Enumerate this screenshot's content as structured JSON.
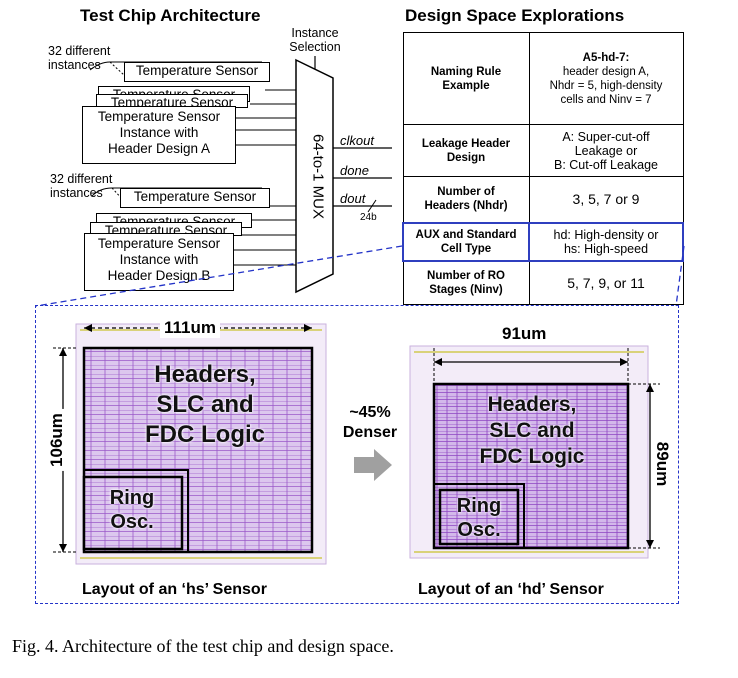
{
  "architecture": {
    "title": "Test Chip Architecture",
    "instance_selection": [
      "Instance",
      "Selection"
    ],
    "group_a": {
      "count_label": [
        "32 different",
        "instances"
      ],
      "back_card": "Temperature Sensor",
      "mid_card": "Temperature Sensor",
      "front_card": [
        "Temperature Sensor",
        "Instance with",
        "Header Design A"
      ]
    },
    "group_b": {
      "count_label": [
        "32 different",
        "instances"
      ],
      "back_card": "Temperature Sensor",
      "mid_card": "Temperature Sensor",
      "front_card": [
        "Temperature Sensor",
        "Instance with",
        "Header Design B"
      ]
    },
    "mux_label": "64-to-1 MUX",
    "outputs": [
      "clkout",
      "done",
      "dout"
    ],
    "bus_width": "24b"
  },
  "design_space": {
    "title": "Design Space Explorations",
    "rows": [
      {
        "key": [
          "Naming Rule",
          "Example"
        ],
        "value": [
          "A5-hd-7:",
          "header design A,",
          "Nhdr = 5, high-density",
          "cells and Ninv = 7"
        ]
      },
      {
        "key": [
          "Leakage Header",
          "Design"
        ],
        "value": [
          "A: Super-cut-off",
          "Leakage or",
          "B: Cut-off Leakage"
        ]
      },
      {
        "key": [
          "Number of",
          "Headers (Nhdr)"
        ],
        "value": [
          "3, 5, 7 or 9"
        ]
      },
      {
        "key": [
          "AUX and Standard",
          "Cell Type"
        ],
        "value": [
          "hd: High-density or",
          "hs: High-speed"
        ]
      },
      {
        "key": [
          "Number of RO",
          "Stages (Ninv)"
        ],
        "value": [
          "5, 7, 9, or 11"
        ]
      }
    ]
  },
  "layouts": {
    "hs": {
      "width": "111um",
      "height": "106um",
      "block_label": [
        "Headers,",
        "SLC and",
        "FDC Logic"
      ],
      "ring_label": [
        "Ring",
        "Osc."
      ],
      "caption": "Layout of an ‘hs’ Sensor"
    },
    "density_note": [
      "~45%",
      "Denser"
    ],
    "hd": {
      "width": "91um",
      "height": "89um",
      "block_label": [
        "Headers,",
        "SLC and",
        "FDC Logic"
      ],
      "ring_label": [
        "Ring",
        "Osc."
      ],
      "caption": "Layout of an ‘hd’ Sensor"
    }
  },
  "figure_caption": "Fig. 4.   Architecture of the test chip and design space.",
  "colors": {
    "highlight_border": "#2f3fbf",
    "dashed_zoom": "#2333c8",
    "layout_purple": "#9b59c9",
    "layout_fill": "#d8c3ec",
    "arrow_gray": "#a0a0a0"
  }
}
